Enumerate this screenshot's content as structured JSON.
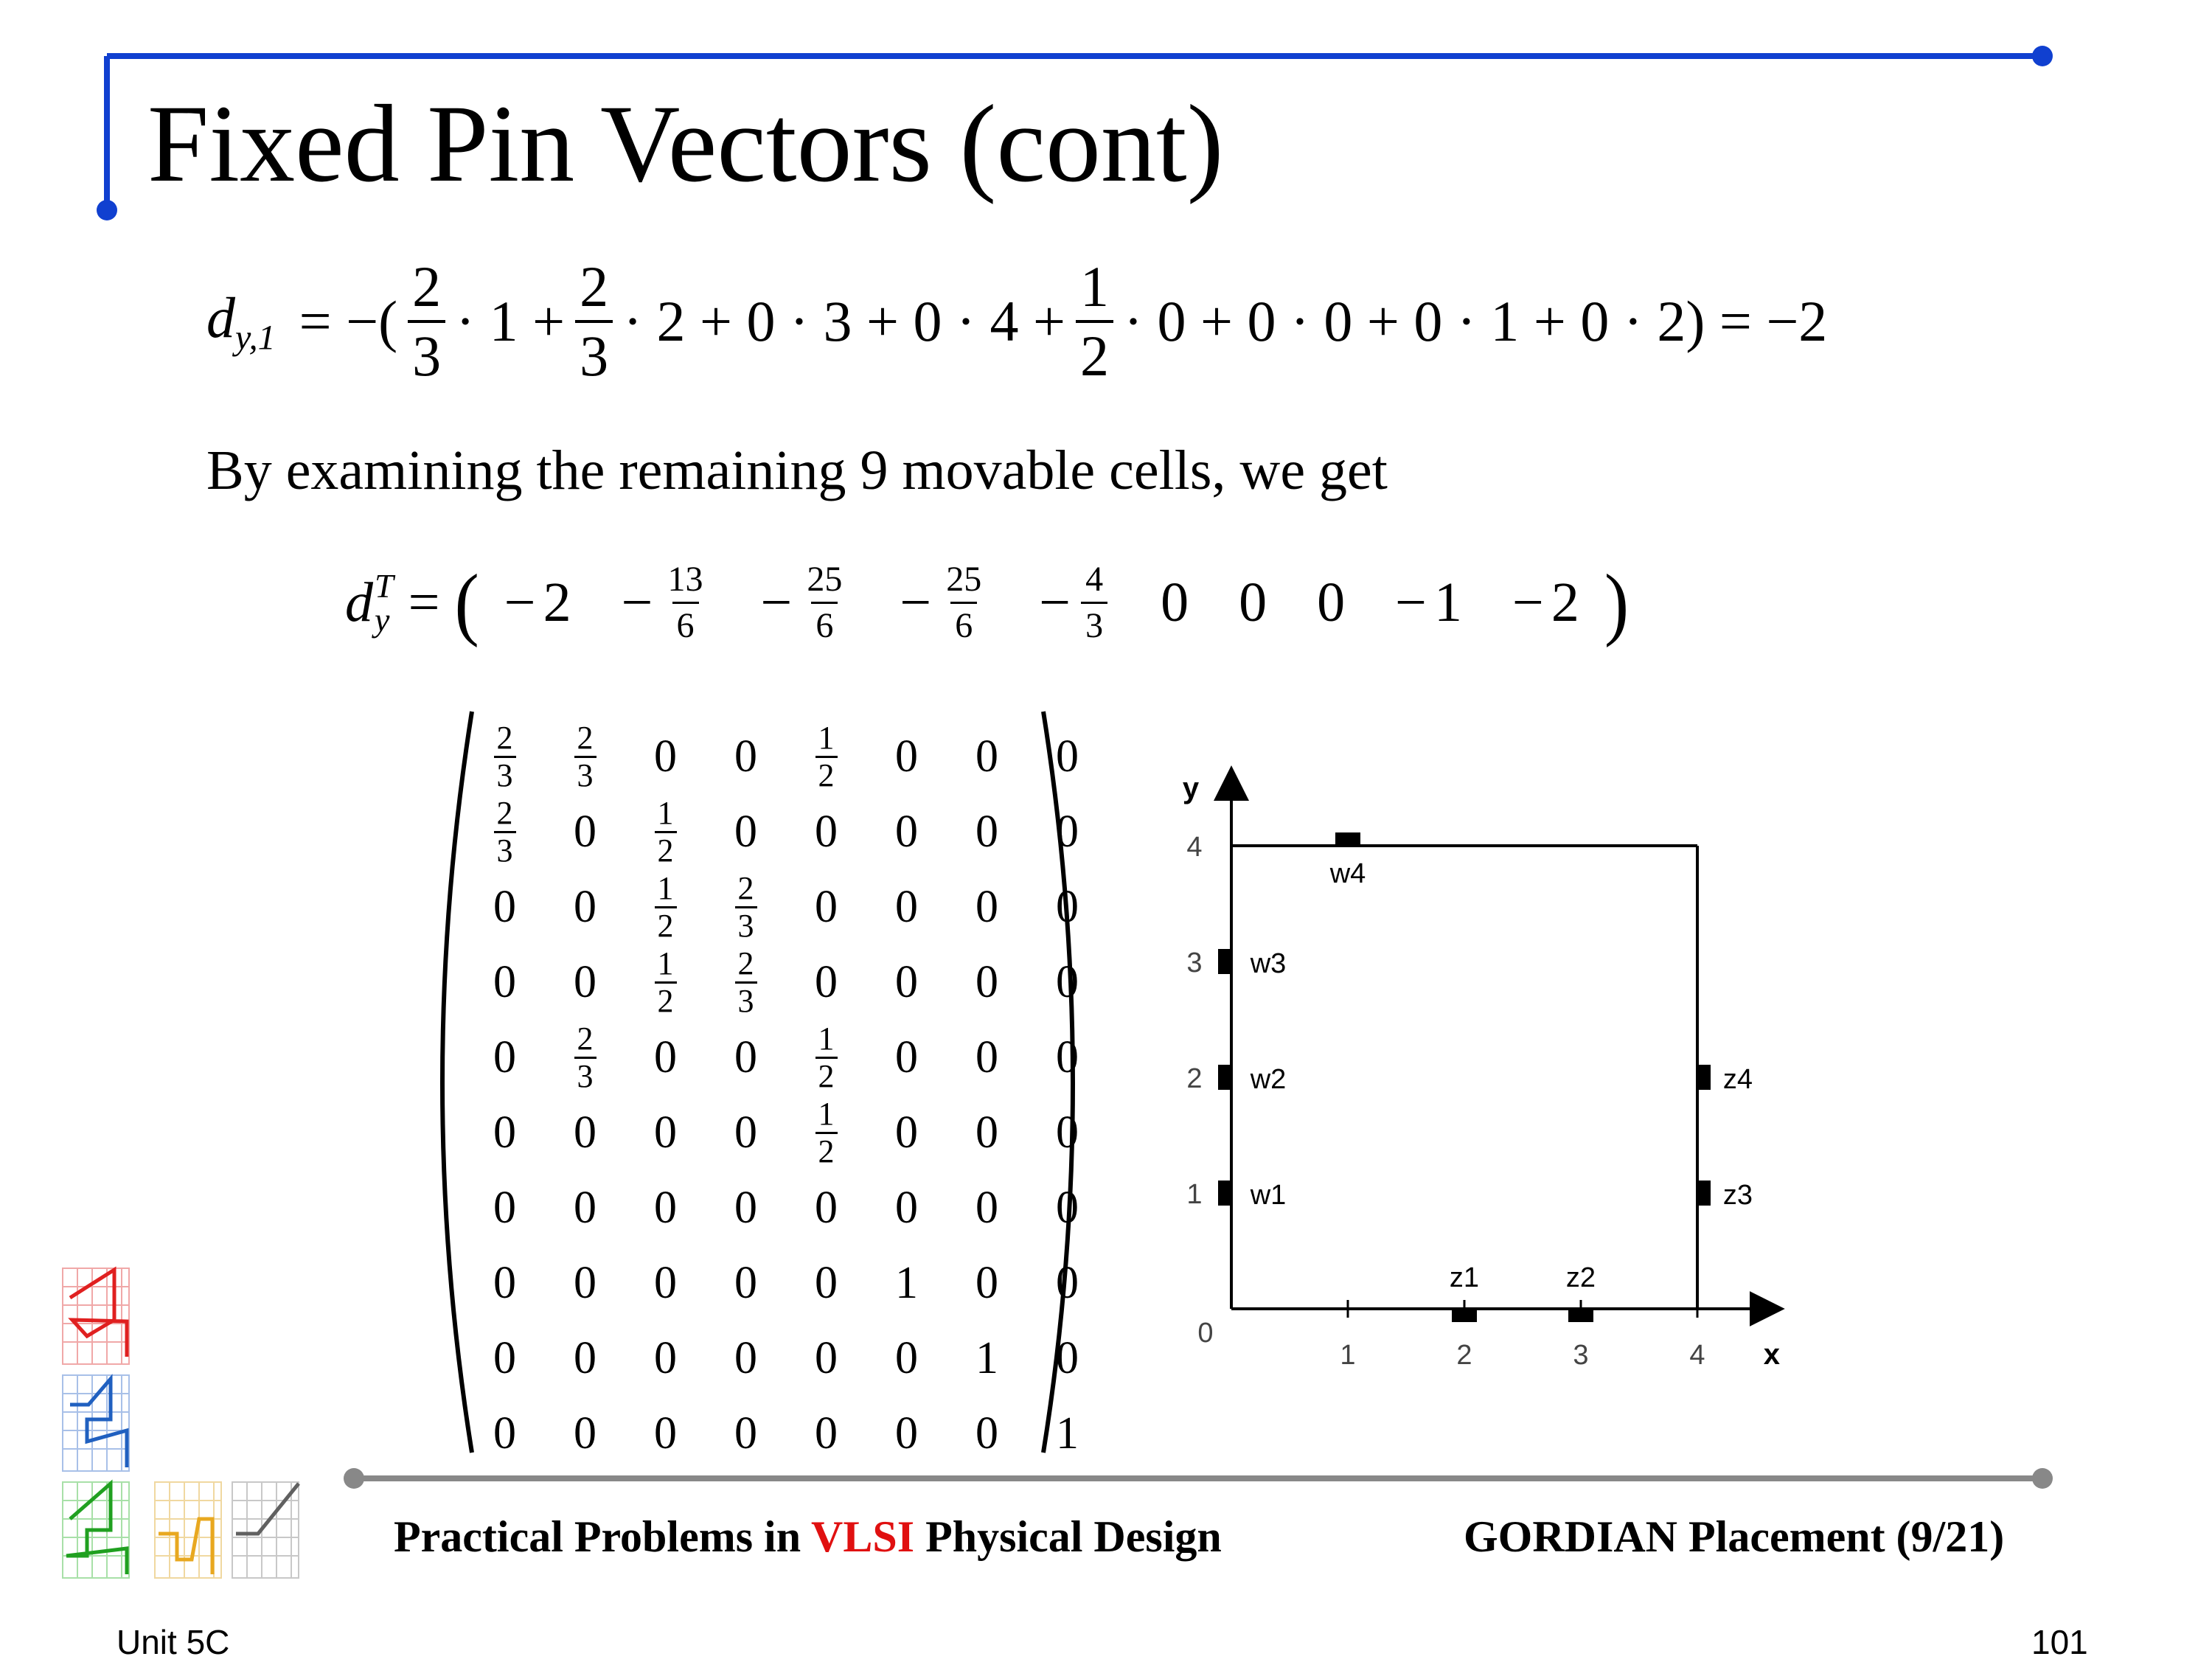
{
  "slide": {
    "title": "Fixed Pin Vectors (cont)",
    "sentence": "By examining the remaining 9 movable cells, we get",
    "footer_left_pre": "Practical Problems in ",
    "footer_left_accent": "VLSI",
    "footer_left_post": " Physical Design",
    "footer_right": "GORDIAN Placement (9/21)",
    "unit": "Unit 5C",
    "page_number": "101",
    "colors": {
      "frame_blue": "#1040d0",
      "accent_red": "#e01010",
      "footer_line": "#888888"
    }
  },
  "equation1": {
    "lhs": "d",
    "lhs_sub": "y,1",
    "tokens": [
      {
        "t": "text",
        "v": "= −("
      },
      {
        "t": "frac",
        "n": "2",
        "d": "3"
      },
      {
        "t": "text",
        "v": "· 1 +"
      },
      {
        "t": "frac",
        "n": "2",
        "d": "3"
      },
      {
        "t": "text",
        "v": "· 2 + 0 · 3 + 0 · 4 +"
      },
      {
        "t": "frac",
        "n": "1",
        "d": "2"
      },
      {
        "t": "text",
        "v": "· 0 + 0 · 0 + 0 · 1 + 0 · 2) = −2"
      }
    ]
  },
  "equation2": {
    "lhs": "d",
    "lhs_sup": "T",
    "lhs_sub": "y",
    "entries": [
      {
        "sign": "−",
        "v": "2"
      },
      {
        "sign": "−",
        "n": "13",
        "d": "6"
      },
      {
        "sign": "−",
        "n": "25",
        "d": "6"
      },
      {
        "sign": "−",
        "n": "25",
        "d": "6"
      },
      {
        "sign": "−",
        "n": "4",
        "d": "3"
      },
      {
        "sign": "",
        "v": "0"
      },
      {
        "sign": "",
        "v": "0"
      },
      {
        "sign": "",
        "v": "0"
      },
      {
        "sign": "−",
        "v": "1"
      },
      {
        "sign": "−",
        "v": "2"
      }
    ]
  },
  "matrix": {
    "rows": [
      [
        "2/3",
        "2/3",
        "0",
        "0",
        "1/2",
        "0",
        "0",
        "0"
      ],
      [
        "2/3",
        "0",
        "1/2",
        "0",
        "0",
        "0",
        "0",
        "0"
      ],
      [
        "0",
        "0",
        "1/2",
        "2/3",
        "0",
        "0",
        "0",
        "0"
      ],
      [
        "0",
        "0",
        "1/2",
        "2/3",
        "0",
        "0",
        "0",
        "0"
      ],
      [
        "0",
        "2/3",
        "0",
        "0",
        "1/2",
        "0",
        "0",
        "0"
      ],
      [
        "0",
        "0",
        "0",
        "0",
        "1/2",
        "0",
        "0",
        "0"
      ],
      [
        "0",
        "0",
        "0",
        "0",
        "0",
        "0",
        "0",
        "0"
      ],
      [
        "0",
        "0",
        "0",
        "0",
        "0",
        "1",
        "0",
        "0"
      ],
      [
        "0",
        "0",
        "0",
        "0",
        "0",
        "0",
        "1",
        "0"
      ],
      [
        "0",
        "0",
        "0",
        "0",
        "0",
        "0",
        "0",
        "1"
      ]
    ]
  },
  "chart_data": {
    "type": "scatter",
    "xlabel": "x",
    "ylabel": "y",
    "xlim": [
      0,
      4.6
    ],
    "ylim": [
      0,
      4
    ],
    "xticks": [
      "0",
      "1",
      "2",
      "3",
      "4"
    ],
    "yticks": [
      "1",
      "2",
      "3",
      "4"
    ],
    "region": {
      "x": [
        0,
        4
      ],
      "y": [
        0,
        4
      ]
    },
    "pins": [
      {
        "label": "w4",
        "x": 1,
        "y": 4
      },
      {
        "label": "w3",
        "x": 0,
        "y": 3
      },
      {
        "label": "w2",
        "x": 0,
        "y": 2
      },
      {
        "label": "w1",
        "x": 0,
        "y": 1
      },
      {
        "label": "z4",
        "x": 4,
        "y": 2
      },
      {
        "label": "z3",
        "x": 4,
        "y": 1
      },
      {
        "label": "z1",
        "x": 2,
        "y": 0
      },
      {
        "label": "z2",
        "x": 3,
        "y": 0
      }
    ]
  }
}
